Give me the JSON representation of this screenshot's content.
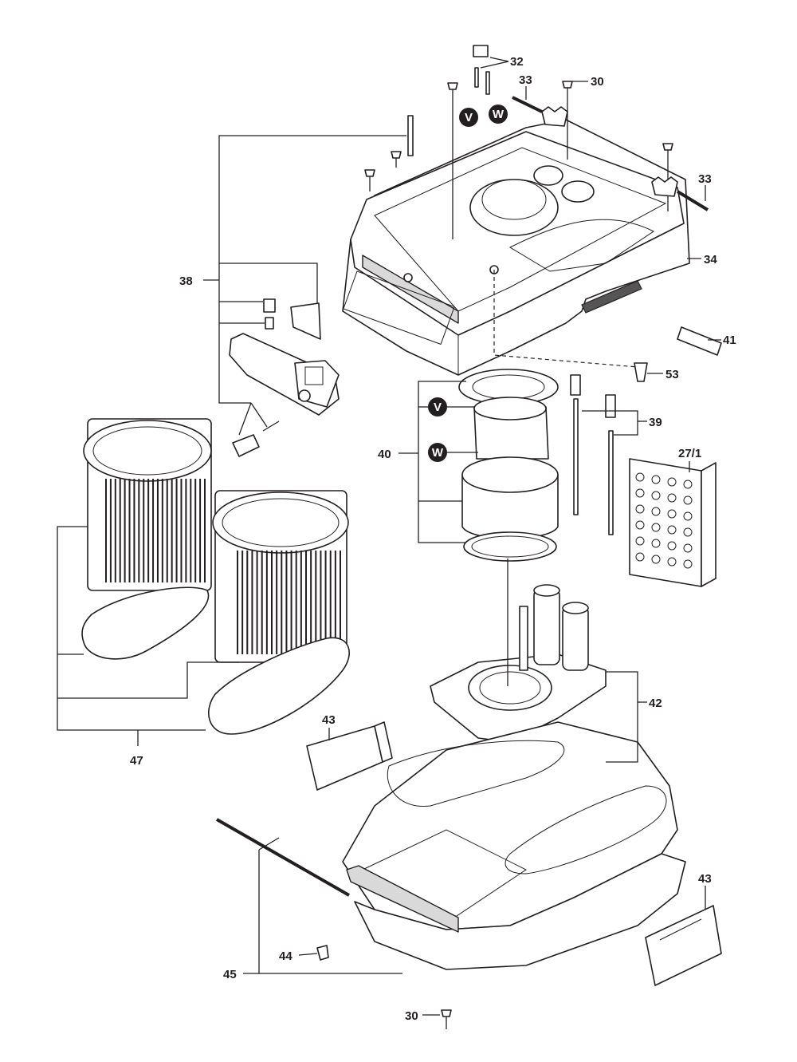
{
  "labels": {
    "p32": "32",
    "p33a": "33",
    "p30a": "30",
    "p33b": "33",
    "p34": "34",
    "p38": "38",
    "p41": "41",
    "p53": "53",
    "p39": "39",
    "p40": "40",
    "p27_1": "27/1",
    "p42": "42",
    "p43a": "43",
    "p47": "47",
    "p43b": "43",
    "p44": "44",
    "p45": "45",
    "p30b": "30"
  },
  "markers": {
    "v_top": "V",
    "w_top": "W",
    "v_mid": "V",
    "w_mid": "W"
  }
}
